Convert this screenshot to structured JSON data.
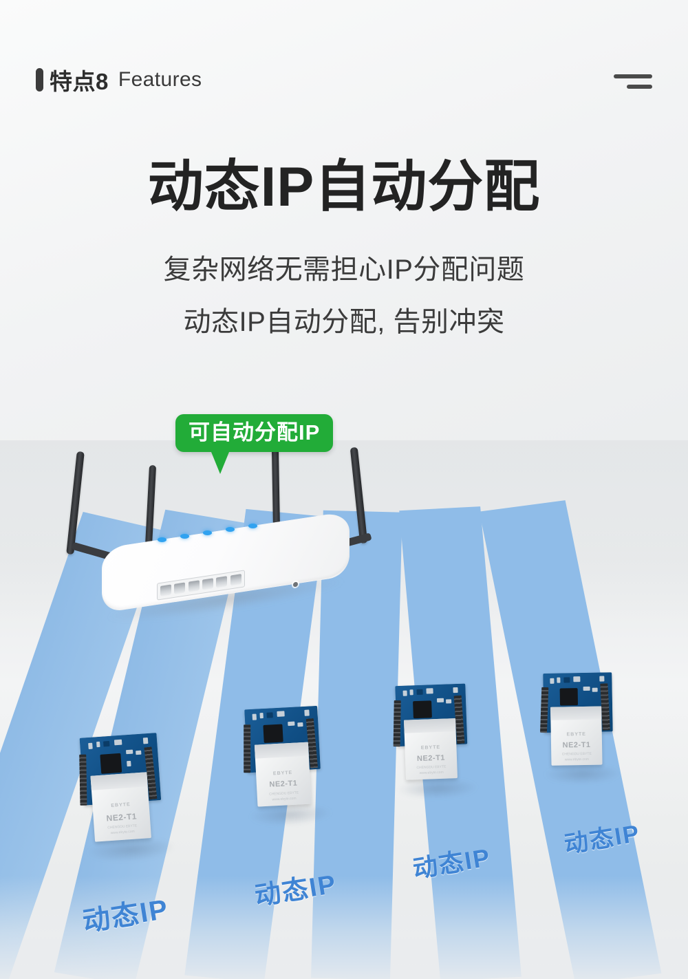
{
  "header": {
    "section_label": "特点8",
    "section_label_en": "Features",
    "menu_icon": "hamburger-icon",
    "marker_color": "#3c3c3c"
  },
  "hero": {
    "headline": "动态IP自动分配",
    "subtitle_line1": "复杂网络无需担心IP分配问题",
    "subtitle_line2": "动态IP自动分配, 告别冲突"
  },
  "badge": {
    "text": "可自动分配IP",
    "color": "#22ac38"
  },
  "scene": {
    "router": {
      "name": "wireless-router",
      "antenna_count": 4,
      "led_count": 5,
      "port_count": 6,
      "led_color": "#30a2f0"
    },
    "stripe_color": "#8fbce8",
    "modules": [
      {
        "brand": "EBYTE",
        "model": "NE2-T1",
        "label": "动态IP"
      },
      {
        "brand": "EBYTE",
        "model": "NE2-T1",
        "label": "动态IP"
      },
      {
        "brand": "EBYTE",
        "model": "NE2-T1",
        "label": "动态IP"
      },
      {
        "brand": "EBYTE",
        "model": "NE2-T1",
        "label": "动态IP"
      }
    ]
  }
}
